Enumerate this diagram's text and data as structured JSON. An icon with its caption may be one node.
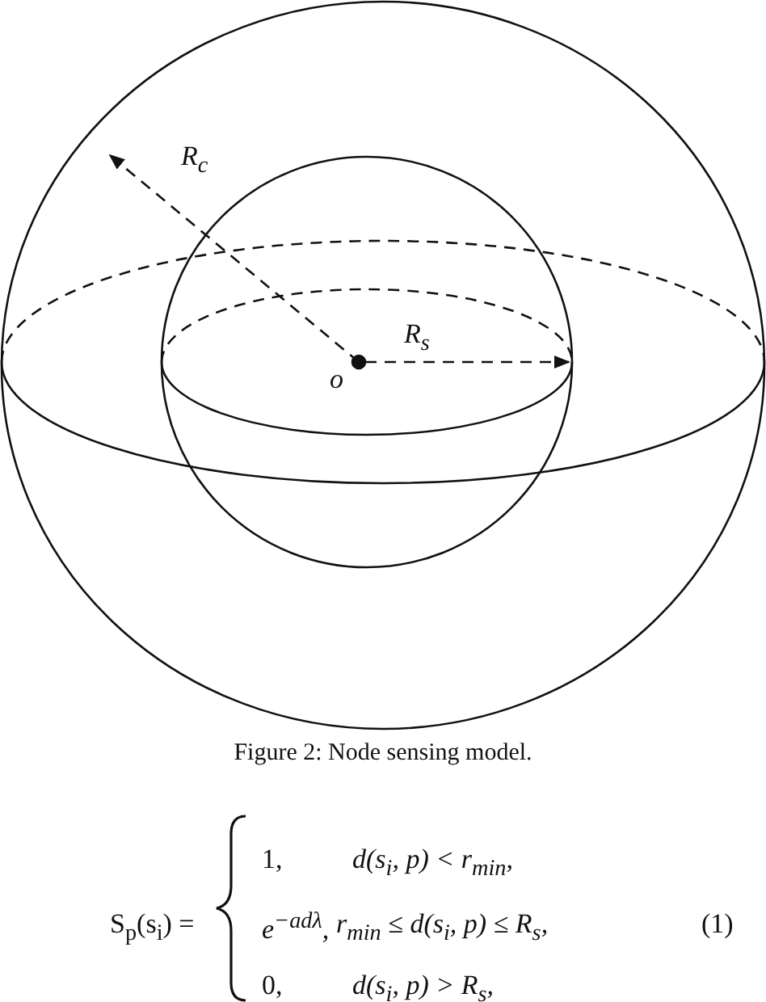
{
  "diagram": {
    "caption": "Figure 2: Node sensing model.",
    "labels": [
      "R$_{c}$",
      "R$_{s}$",
      "o",
      "S$_{p}$(s$_{i}$) =",
      "1,",
      "d(s$_{i}$, p) < r$_{min}$,",
      "e$^{−adλ}$,",
      "r$_{min}$ ≤ d(s$_{i}$, p) ≤ R$_{s}$,",
      "0,",
      "d(s$_{i}$, p) > R$_{s}$,",
      "(1)"
    ]
  }
}
